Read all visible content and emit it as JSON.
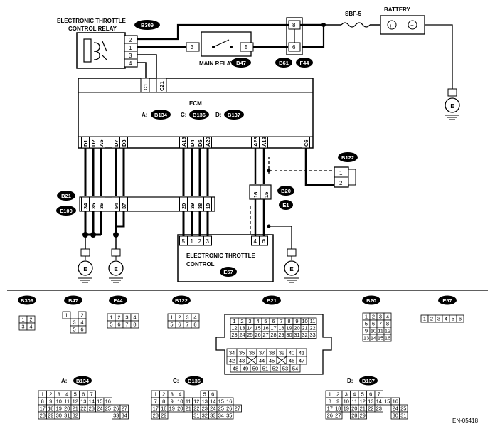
{
  "relay": {
    "title_line1": "ELECTRONIC THROTTLE",
    "title_line2": "CONTROL RELAY",
    "code": "B309",
    "pins": [
      "2",
      "1",
      "3",
      "4"
    ]
  },
  "main_relay": {
    "title": "MAIN RELAY",
    "code": "B47",
    "pins": [
      "3",
      "5"
    ]
  },
  "fuse_box": {
    "pins": [
      "8",
      "6"
    ],
    "codes": [
      "B61",
      "F44"
    ]
  },
  "fuse": {
    "label": "SBF-5"
  },
  "battery": {
    "label": "BATTERY",
    "plus": "+",
    "minus": "−"
  },
  "ground_label": "E",
  "ecm": {
    "title": "ECM",
    "c_pins": [
      "C1",
      "C21"
    ],
    "connector_labels": [
      {
        "prefix": "A:",
        "code": "B134"
      },
      {
        "prefix": "C:",
        "code": "B136"
      },
      {
        "prefix": "D:",
        "code": "B137"
      }
    ],
    "bottom_pins": [
      "D1",
      "D2",
      "A5",
      "D7",
      "D3",
      "A19",
      "D4",
      "D5",
      "A29",
      "A28",
      "A18",
      "C6"
    ]
  },
  "b122": {
    "code": "B122",
    "pins": [
      "1",
      "2"
    ]
  },
  "b21": {
    "code": "B21",
    "code2": "E100",
    "pins": [
      "34",
      "35",
      "36",
      "54",
      "37",
      "20",
      "39",
      "38",
      "19"
    ]
  },
  "b20": {
    "code": "B20",
    "code2": "E1",
    "pins": [
      "16",
      "15"
    ]
  },
  "throttle": {
    "title_line1": "ELECTRONIC THROTTLE",
    "title_line2": "CONTROL",
    "code": "E57",
    "pins": [
      "5",
      "1",
      "2",
      "3",
      "4",
      "6"
    ]
  },
  "legend": {
    "B309": {
      "code": "B309",
      "rows": [
        [
          "1",
          "2"
        ],
        [
          "3",
          "4"
        ]
      ]
    },
    "B47": {
      "code": "B47",
      "rows": [
        [
          "1",
          "",
          "2"
        ],
        [
          "",
          "3",
          "4"
        ],
        [
          "",
          "5",
          "6"
        ]
      ]
    },
    "F44": {
      "code": "F44",
      "rows": [
        [
          "1",
          "2",
          "3",
          "4"
        ],
        [
          "5",
          "6",
          "7",
          "8"
        ]
      ]
    },
    "B122": {
      "code": "B122",
      "rows": [
        [
          "1",
          "2",
          "3",
          "4"
        ],
        [
          "5",
          "6",
          "7",
          "8"
        ]
      ]
    },
    "B21": {
      "code": "B21",
      "rows": [
        [
          "1",
          "2",
          "3",
          "4",
          "5",
          "6",
          "7",
          "8",
          "9",
          "10",
          "11"
        ],
        [
          "12",
          "13",
          "14",
          "15",
          "16",
          "17",
          "18",
          "19",
          "20",
          "21",
          "22"
        ],
        [
          "23",
          "24",
          "25",
          "26",
          "27",
          "28",
          "29",
          "30",
          "31",
          "32",
          "33"
        ]
      ],
      "rows2": [
        [
          "34",
          "35",
          "36",
          "37",
          "38",
          "39",
          "40",
          "41"
        ],
        [
          "42",
          "43",
          "X",
          "44",
          "45",
          "X",
          "46",
          "47"
        ],
        [
          "48",
          "49",
          "50",
          "51",
          "52",
          "53",
          "54"
        ]
      ]
    },
    "B20": {
      "code": "B20",
      "rows": [
        [
          "1",
          "2",
          "3",
          "4"
        ],
        [
          "5",
          "6",
          "7",
          "8"
        ],
        [
          "9",
          "10",
          "11",
          "12"
        ],
        [
          "13",
          "14",
          "15",
          "16"
        ]
      ]
    },
    "E57": {
      "code": "E57",
      "rows": [
        [
          "1",
          "2",
          "3",
          "4",
          "5",
          "6"
        ]
      ]
    },
    "B134": {
      "prefix": "A:",
      "code": "B134",
      "rows": [
        [
          "1",
          "2",
          "3",
          "4",
          "5",
          "6",
          "7"
        ],
        [
          "8",
          "9",
          "10",
          "11",
          "12",
          "13",
          "14",
          "15",
          "16"
        ],
        [
          "17",
          "18",
          "19",
          "20",
          "21",
          "22",
          "23",
          "24",
          "25",
          "26",
          "27"
        ],
        [
          "28",
          "29",
          "30",
          "31",
          "32",
          "",
          "",
          "",
          "",
          "33",
          "34"
        ]
      ]
    },
    "B136": {
      "prefix": "C:",
      "code": "B136",
      "rows": [
        [
          "1",
          "2",
          "3",
          "4",
          "",
          "",
          "5",
          "6"
        ],
        [
          "7",
          "8",
          "9",
          "10",
          "11",
          "12",
          "13",
          "14",
          "15",
          "16"
        ],
        [
          "17",
          "18",
          "19",
          "20",
          "21",
          "22",
          "23",
          "24",
          "25",
          "26",
          "27"
        ],
        [
          "28",
          "29",
          "",
          "",
          "",
          "31",
          "32",
          "33",
          "34",
          "35"
        ]
      ]
    },
    "B137": {
      "prefix": "D:",
      "code": "B137",
      "rows": [
        [
          "1",
          "2",
          "3",
          "4",
          "5",
          "6",
          "7"
        ],
        [
          "8",
          "9",
          "10",
          "11",
          "12",
          "13",
          "14",
          "15",
          "16"
        ],
        [
          "17",
          "18",
          "19",
          "20",
          "21",
          "22",
          "23",
          "",
          "24",
          "25"
        ],
        [
          "26",
          "27",
          "",
          "28",
          "29",
          "",
          "",
          "",
          "30",
          "31"
        ]
      ]
    }
  },
  "figure_id": "EN-05418"
}
